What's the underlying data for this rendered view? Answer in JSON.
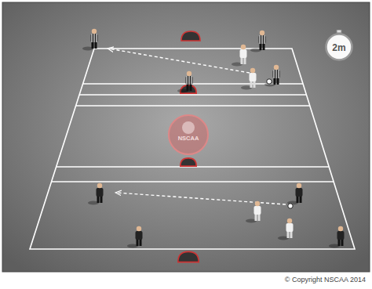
{
  "diagram": {
    "nodes": [
      {
        "text": [
          "2m"
        ]
      }
    ],
    "labels": [
      "NSCAA",
      "© Copyright NSCAA 2014"
    ]
  }
}
